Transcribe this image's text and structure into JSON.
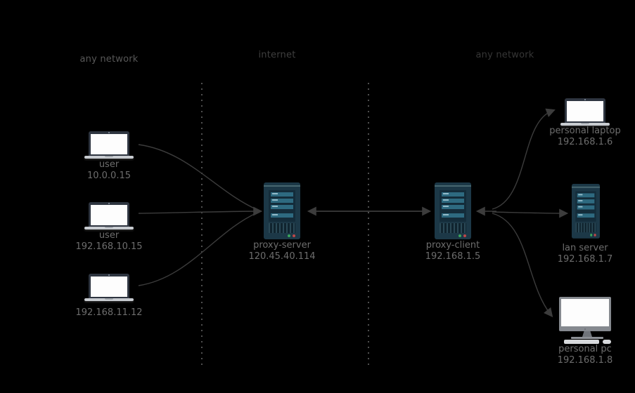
{
  "headers": [
    {
      "label": "any network"
    },
    {
      "label": "internet"
    },
    {
      "label": "any network"
    }
  ],
  "nodes": {
    "user1": {
      "name": "user",
      "ip": "10.0.0.15",
      "type": "laptop"
    },
    "user2": {
      "name": "user",
      "ip": "192.168.10.15",
      "type": "laptop"
    },
    "user3": {
      "name": "",
      "ip": "192.168.11.12",
      "type": "laptop"
    },
    "proxy_server": {
      "name": "proxy-server",
      "ip": "120.45.40.114",
      "type": "server"
    },
    "proxy_client": {
      "name": "proxy-client",
      "ip": "192.168.1.5",
      "type": "server"
    },
    "personal_laptop": {
      "name": "personal laptop",
      "ip": "192.168.1.6",
      "type": "laptop"
    },
    "lan_server": {
      "name": "lan server",
      "ip": "192.168.1.7",
      "type": "server"
    },
    "personal_pc": {
      "name": "personal pc",
      "ip": "192.168.1.8",
      "type": "desktop"
    }
  },
  "edges": [
    {
      "from": "user 10.0.0.15",
      "to": "proxy-server",
      "direction": "one-way"
    },
    {
      "from": "user 192.168.10.15",
      "to": "proxy-server",
      "direction": "one-way"
    },
    {
      "from": "192.168.11.12",
      "to": "proxy-server",
      "direction": "one-way"
    },
    {
      "from": "proxy-server",
      "to": "proxy-client",
      "direction": "two-way"
    },
    {
      "from": "proxy-client",
      "to": "personal laptop",
      "direction": "one-way"
    },
    {
      "from": "proxy-client",
      "to": "lan server",
      "direction": "two-way"
    },
    {
      "from": "proxy-client",
      "to": "personal pc",
      "direction": "one-way"
    }
  ],
  "colors": {
    "background": "#000000",
    "connector": "#3c3c3c",
    "separator_dots": "#4f4f4f",
    "label_text": "#6d6d6d",
    "server_body": "#1c3847",
    "server_bars": "#2e6a80",
    "led_green": "#3aa65c",
    "led_red": "#bf4848",
    "laptop_lid": "#2e3540",
    "monitor_frame": "#85898f"
  }
}
